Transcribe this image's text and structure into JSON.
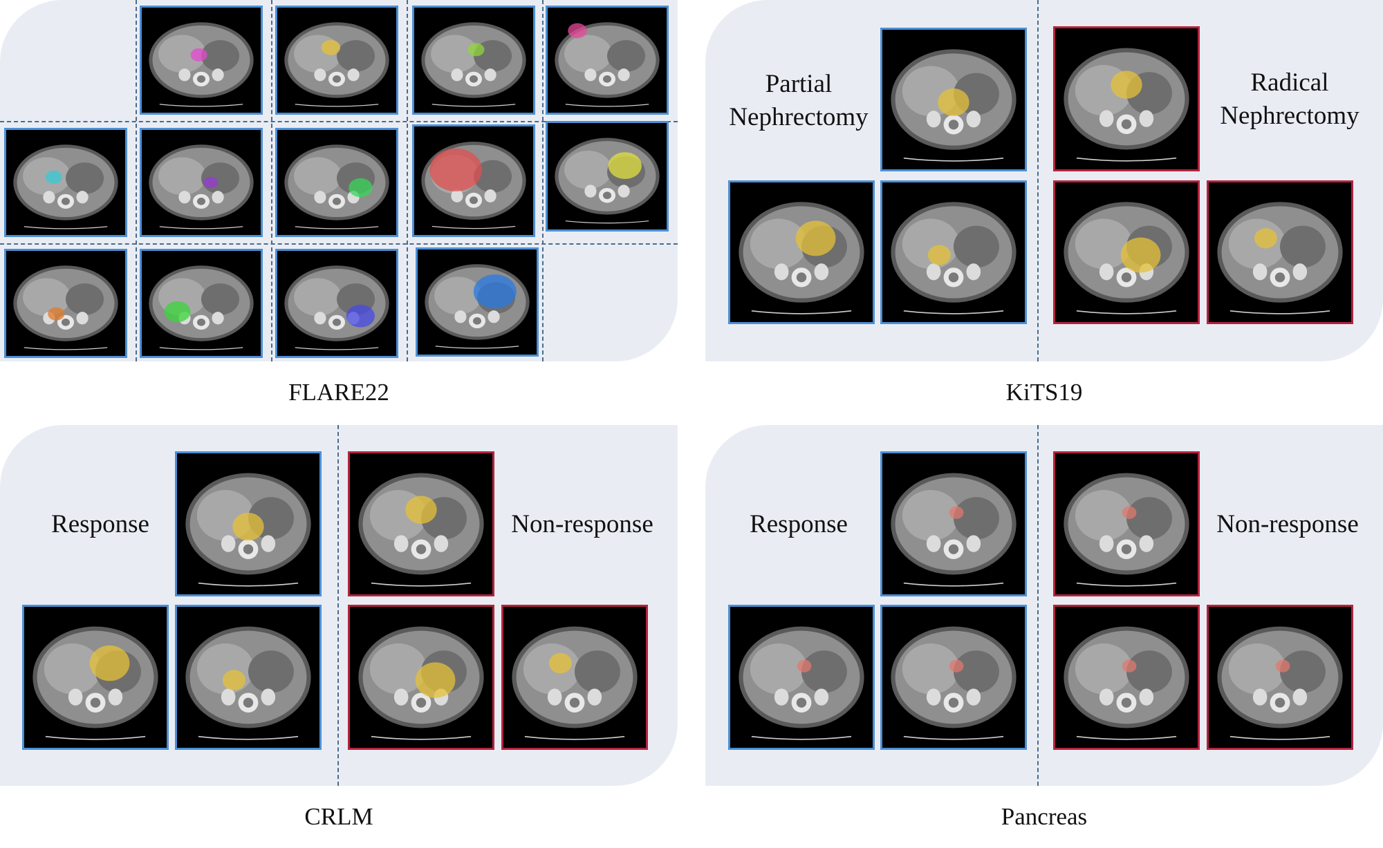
{
  "captions": {
    "flare22": "FLARE22",
    "kits19": "KiTS19",
    "crlm": "CRLM",
    "pancreas": "Pancreas"
  },
  "labels": {
    "kits_left": "Partial\nNephrectomy",
    "kits_right": "Radical\nNephrectomy",
    "crlm_left": "Response",
    "crlm_right": "Non-response",
    "pancreas_left": "Response",
    "pancreas_right": "Non-response"
  },
  "colors": {
    "panel": "#e9edf3",
    "divider": "#4a6a8c",
    "frame_blue": "#4c8fd6",
    "frame_red": "#b3233e",
    "mask_yellow": "#e6c23a",
    "mask_red_tint": "#e07a6e"
  },
  "flare_masks": [
    "#e64ad0",
    "#e6c23a",
    "#8fd63a",
    "#e64a9a",
    "#38c9d6",
    "#9a3ad6",
    "#3ad65a",
    "#e05050",
    "#e0e040",
    "#e07a2a",
    "#3ad63a",
    "#4a4ae6",
    "#2a7ae0"
  ]
}
